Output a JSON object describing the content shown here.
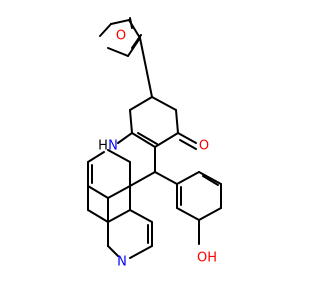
{
  "molecule": {
    "atoms": {
      "oxygen_furan": "O",
      "nh": "H",
      "nh_n": "N",
      "ketone_o": "O",
      "pyridine_n": "N",
      "phenol_oh": "OH"
    },
    "colors": {
      "bond": "#000000",
      "carbonyl_o": "#ff0000",
      "furan_o": "#ff0000",
      "hydroxyl": "#ff0000",
      "nitrogen": "#0000ff"
    }
  }
}
